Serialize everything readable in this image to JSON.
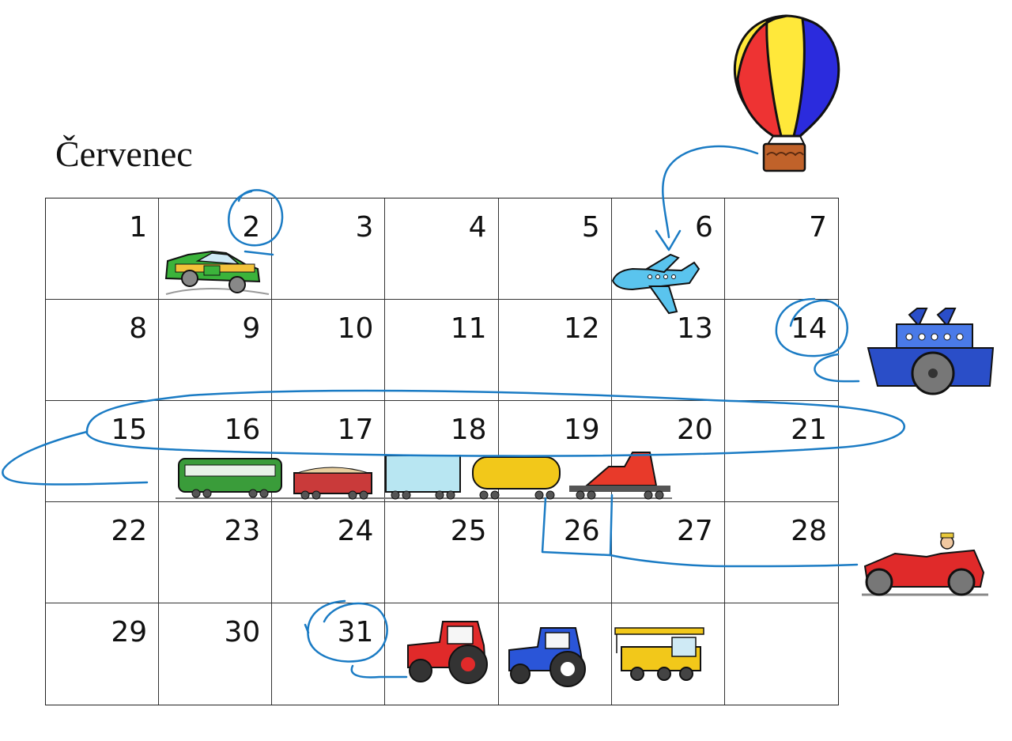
{
  "calendar": {
    "month": "Červenec",
    "days": [
      "1",
      "2",
      "3",
      "4",
      "5",
      "6",
      "7",
      "8",
      "9",
      "10",
      "11",
      "12",
      "13",
      "14",
      "15",
      "16",
      "17",
      "18",
      "19",
      "20",
      "21",
      "22",
      "23",
      "24",
      "25",
      "26",
      "27",
      "28",
      "29",
      "30",
      "31",
      ""
    ]
  },
  "icons": [
    "car-icon",
    "airplane-icon",
    "balloon-icon",
    "ship-icon",
    "train-icon",
    "vintage-car-icon",
    "tractor-icon",
    "crane-truck-icon"
  ],
  "colors": {
    "ink": "#1a7bc4",
    "grid": "#333333"
  }
}
